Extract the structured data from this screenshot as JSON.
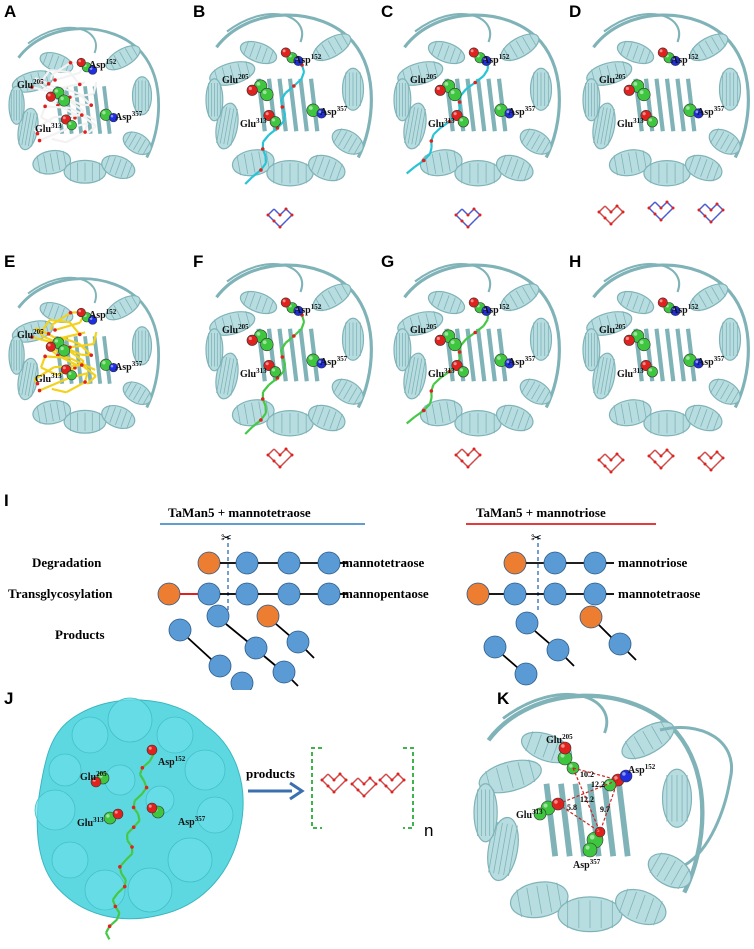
{
  "panels": {
    "letters": [
      "A",
      "B",
      "C",
      "D",
      "E",
      "F",
      "G",
      "H",
      "I",
      "J",
      "K"
    ]
  },
  "residues": {
    "asp152": "Asp",
    "asp152_num": "152",
    "glu205": "Glu",
    "glu205_num": "205",
    "glu313": "Glu",
    "glu313_num": "313",
    "asp357": "Asp",
    "asp357_num": "357"
  },
  "scheme_i": {
    "left_header": "TaMan5 + mannotetraose",
    "right_header": "TaMan5 + mannotriose",
    "row_labels": [
      "Degradation",
      "Transglycosylation",
      "Products"
    ],
    "left_rows": [
      "mannotetraose",
      "mannopentaose"
    ],
    "right_rows": [
      "mannotriose",
      "mannotetraose"
    ]
  },
  "panel_j": {
    "arrow_label": "products",
    "subscript": "n"
  },
  "panel_k": {
    "distances": [
      "10.2",
      "12.2",
      "12.2",
      "5.8",
      "9.7"
    ]
  },
  "colors": {
    "protein": "#b8dde0",
    "protein_stroke": "#7fb3b8",
    "carbon_green": "#3ec63e",
    "oxygen_red": "#e0221f",
    "nitrogen_blue": "#1e2ee0",
    "ligand_white": "#f2f2f2",
    "ligand_cyan": "#27c4d6",
    "ligand_yellow": "#f2d21c",
    "sugar_blue": "#5b9bd5",
    "sugar_orange": "#ed7d31",
    "left_line": "#4a90c8",
    "right_line": "#e02020",
    "surface_cyan": "#5ed8e0",
    "bracket_green": "#3cb54a",
    "arrow_blue": "#3a6fb0"
  }
}
